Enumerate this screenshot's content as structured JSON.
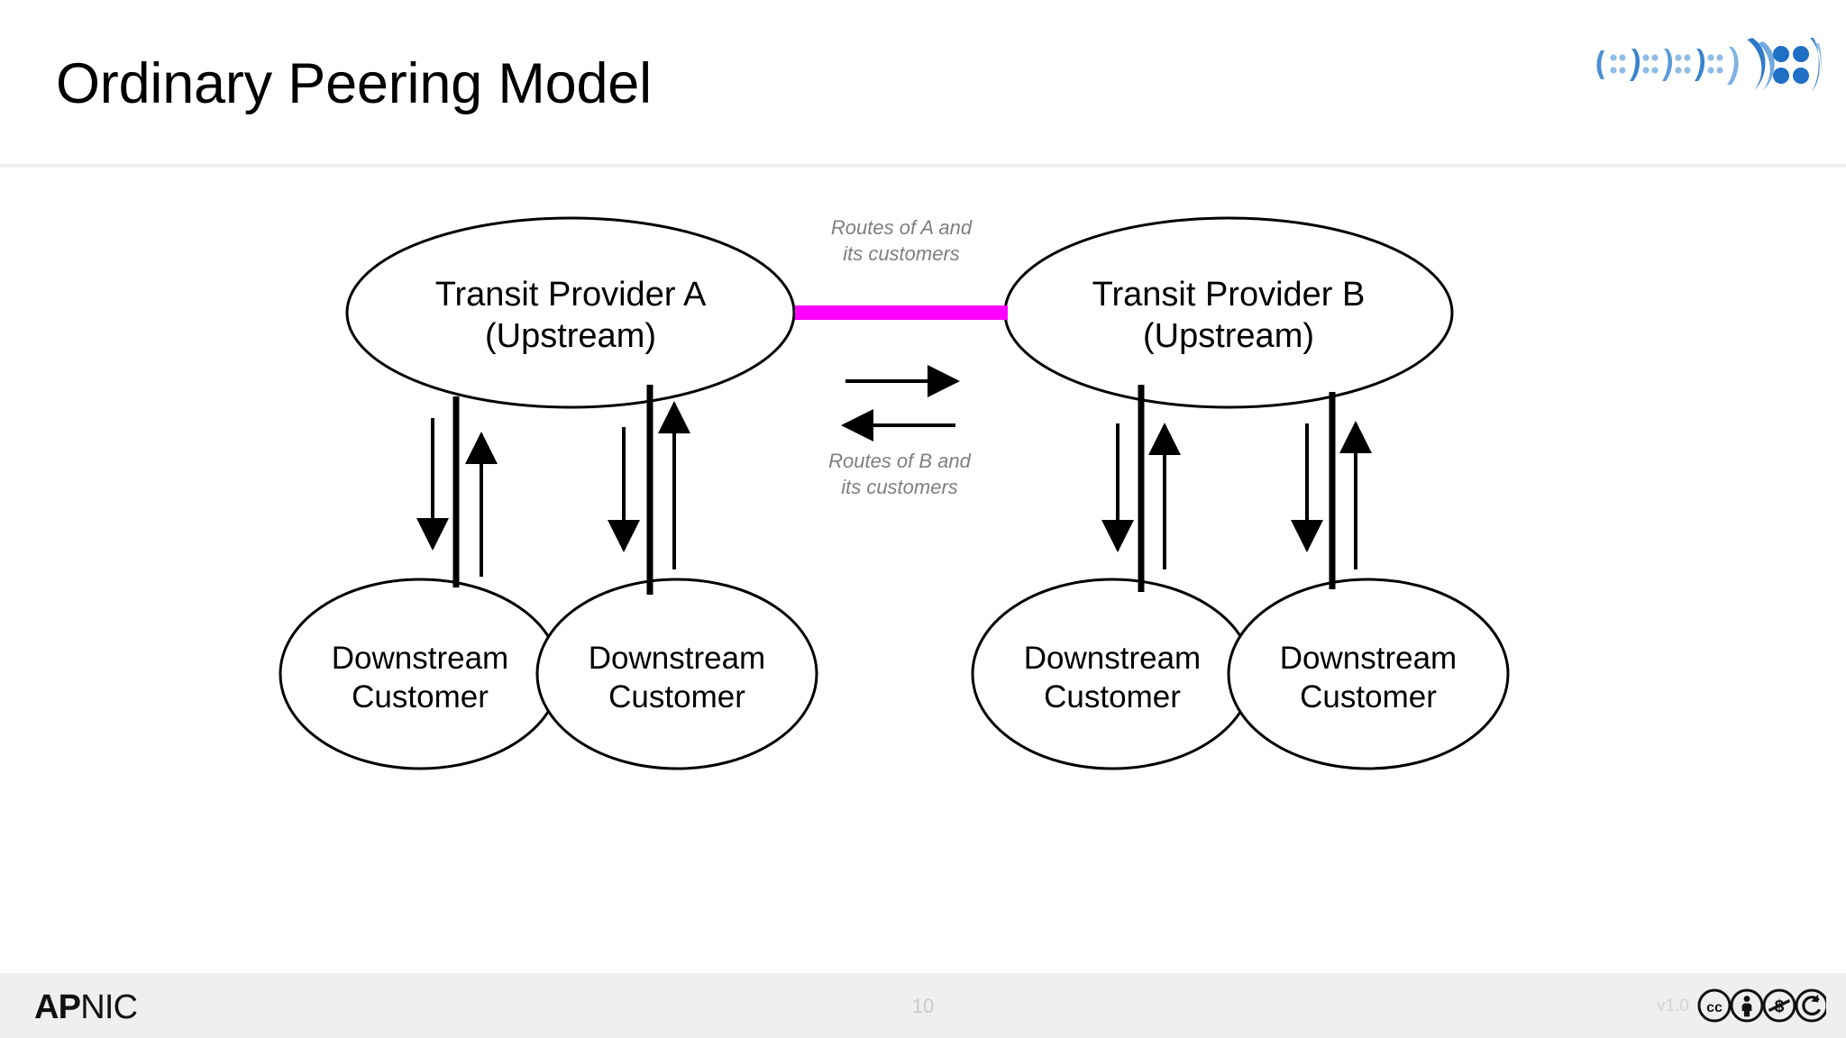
{
  "slide": {
    "title": "Ordinary Peering Model",
    "background_color": "#ffffff",
    "divider_color": "#eeeeee"
  },
  "header": {
    "logo_icon": "apnic-dots-logo-icon",
    "logo_colors": [
      "#4a8fd4",
      "#9cc4e8",
      "#1f6fc4"
    ]
  },
  "diagram": {
    "type": "network-peering-diagram",
    "link_color": "#ff00ff",
    "stroke_color": "#000000",
    "caption_color": "#7f7f7f",
    "upstreams": [
      {
        "id": "transit-provider-a",
        "line1": "Transit Provider A",
        "line2": "(Upstream)"
      },
      {
        "id": "transit-provider-b",
        "line1": "Transit Provider B",
        "line2": "(Upstream)"
      }
    ],
    "customers": [
      {
        "id": "downstream-customer-a1",
        "line1": "Downstream",
        "line2": "Customer"
      },
      {
        "id": "downstream-customer-a2",
        "line1": "Downstream",
        "line2": "Customer"
      },
      {
        "id": "downstream-customer-b1",
        "line1": "Downstream",
        "line2": "Customer"
      },
      {
        "id": "downstream-customer-b2",
        "line1": "Downstream",
        "line2": "Customer"
      }
    ],
    "peering_link": {
      "id": "peering-link-a-b",
      "color": "#ff00ff",
      "route_caption_top_line1": "Routes of A and",
      "route_caption_top_line2": "its customers",
      "route_caption_bottom_line1": "Routes of B and",
      "route_caption_bottom_line2": "its customers",
      "arrow_top_direction": "right",
      "arrow_bottom_direction": "left"
    }
  },
  "footer": {
    "wordmark_bold": "AP",
    "wordmark_light": "NIC",
    "page_number": "10",
    "version": "v1.0",
    "license_badges": [
      "cc-icon",
      "cc-by-icon",
      "cc-nc-icon",
      "cc-sa-icon"
    ],
    "background_color": "#efefef"
  }
}
